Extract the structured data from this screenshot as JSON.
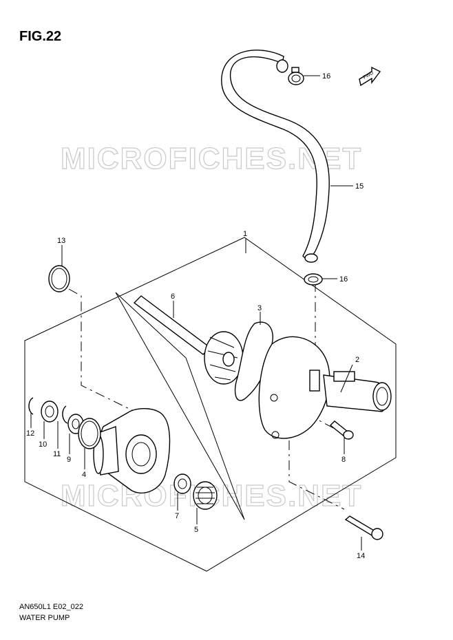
{
  "figure": {
    "title": "FIG.22"
  },
  "watermark": {
    "text": "MICROFICHES.NET"
  },
  "footer": {
    "code": "AN650L1 E02_022",
    "caption": "WATER PUMP"
  },
  "fwd_arrow": {
    "label": "FWD"
  },
  "callouts": {
    "p1": "1",
    "p2": "2",
    "p3": "3",
    "p4": "4",
    "p5": "5",
    "p6": "6",
    "p7": "7",
    "p8": "8",
    "p9": "9",
    "p10": "10",
    "p11": "11",
    "p12": "12",
    "p13": "13",
    "p14": "14",
    "p15": "15",
    "p16a": "16",
    "p16b": "16"
  }
}
